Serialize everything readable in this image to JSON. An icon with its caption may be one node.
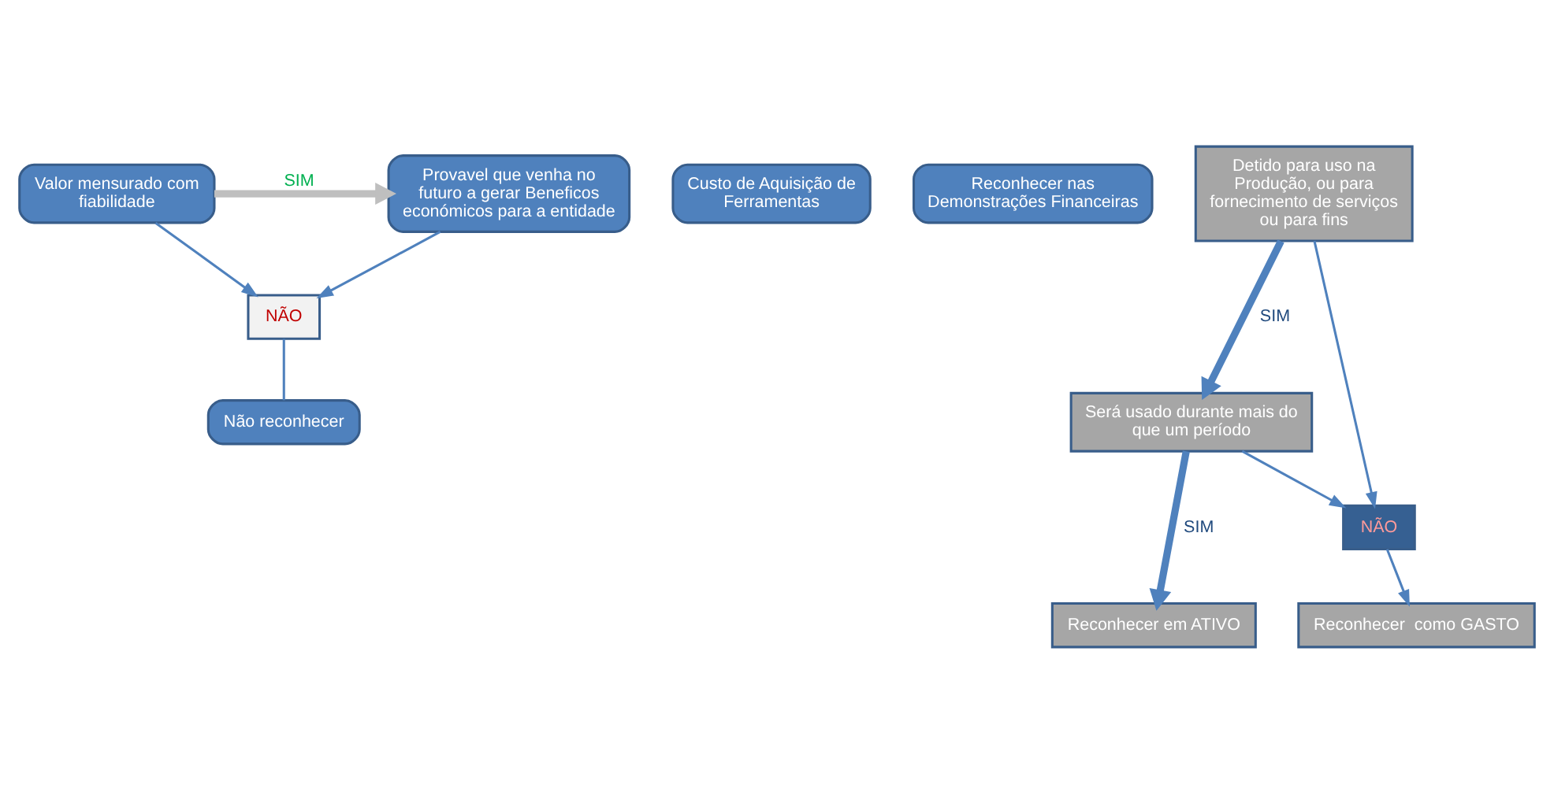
{
  "diagram": {
    "nodes": [
      {
        "text": [
          "Não reconhecer"
        ]
      },
      {
        "text": [
          "NÃO"
        ]
      },
      {
        "text": [
          "Custo de Aquisição de Ferramentas"
        ]
      },
      {
        "text": [
          "Valor mensurado com fiabilidade"
        ]
      },
      {
        "text": [
          "Provavel que venha no futuro a gerar Beneficos económicos para a entidade"
        ]
      },
      {
        "text": [
          "Reconhecer nas Demonstrações Financeiras"
        ]
      },
      {
        "text": [
          "Reconhecer em ATIVO"
        ]
      },
      {
        "text": [
          "Reconhecer  como GASTO"
        ]
      },
      {
        "text": [
          "Será usado durante mais do que um período"
        ]
      },
      {
        "text": [
          "Detido para uso na Produção, ou para fornecimento de serviços ou para fins"
        ]
      },
      {
        "text": [
          "NÃO"
        ]
      }
    ],
    "edges": [
      {
        "from": 1,
        "to": 0,
        "arrow": "none"
      },
      {
        "from": 3,
        "to": 1,
        "arrow": "to"
      },
      {
        "from": 4,
        "to": 1,
        "arrow": "to"
      },
      {
        "from": 3,
        "to": 4,
        "arrow": "to",
        "label": "SIM",
        "style": "thick",
        "color": "#bfbfbf"
      },
      {
        "from": 9,
        "to": 8,
        "arrow": "to",
        "label": "SIM",
        "style": "thick"
      },
      {
        "from": 8,
        "to": 6,
        "arrow": "to",
        "label": "SIM",
        "style": "thick"
      },
      {
        "from": 8,
        "to": 10,
        "arrow": "to"
      },
      {
        "from": 9,
        "to": 10,
        "arrow": "to"
      },
      {
        "from": 10,
        "to": 7,
        "arrow": "to"
      }
    ]
  }
}
